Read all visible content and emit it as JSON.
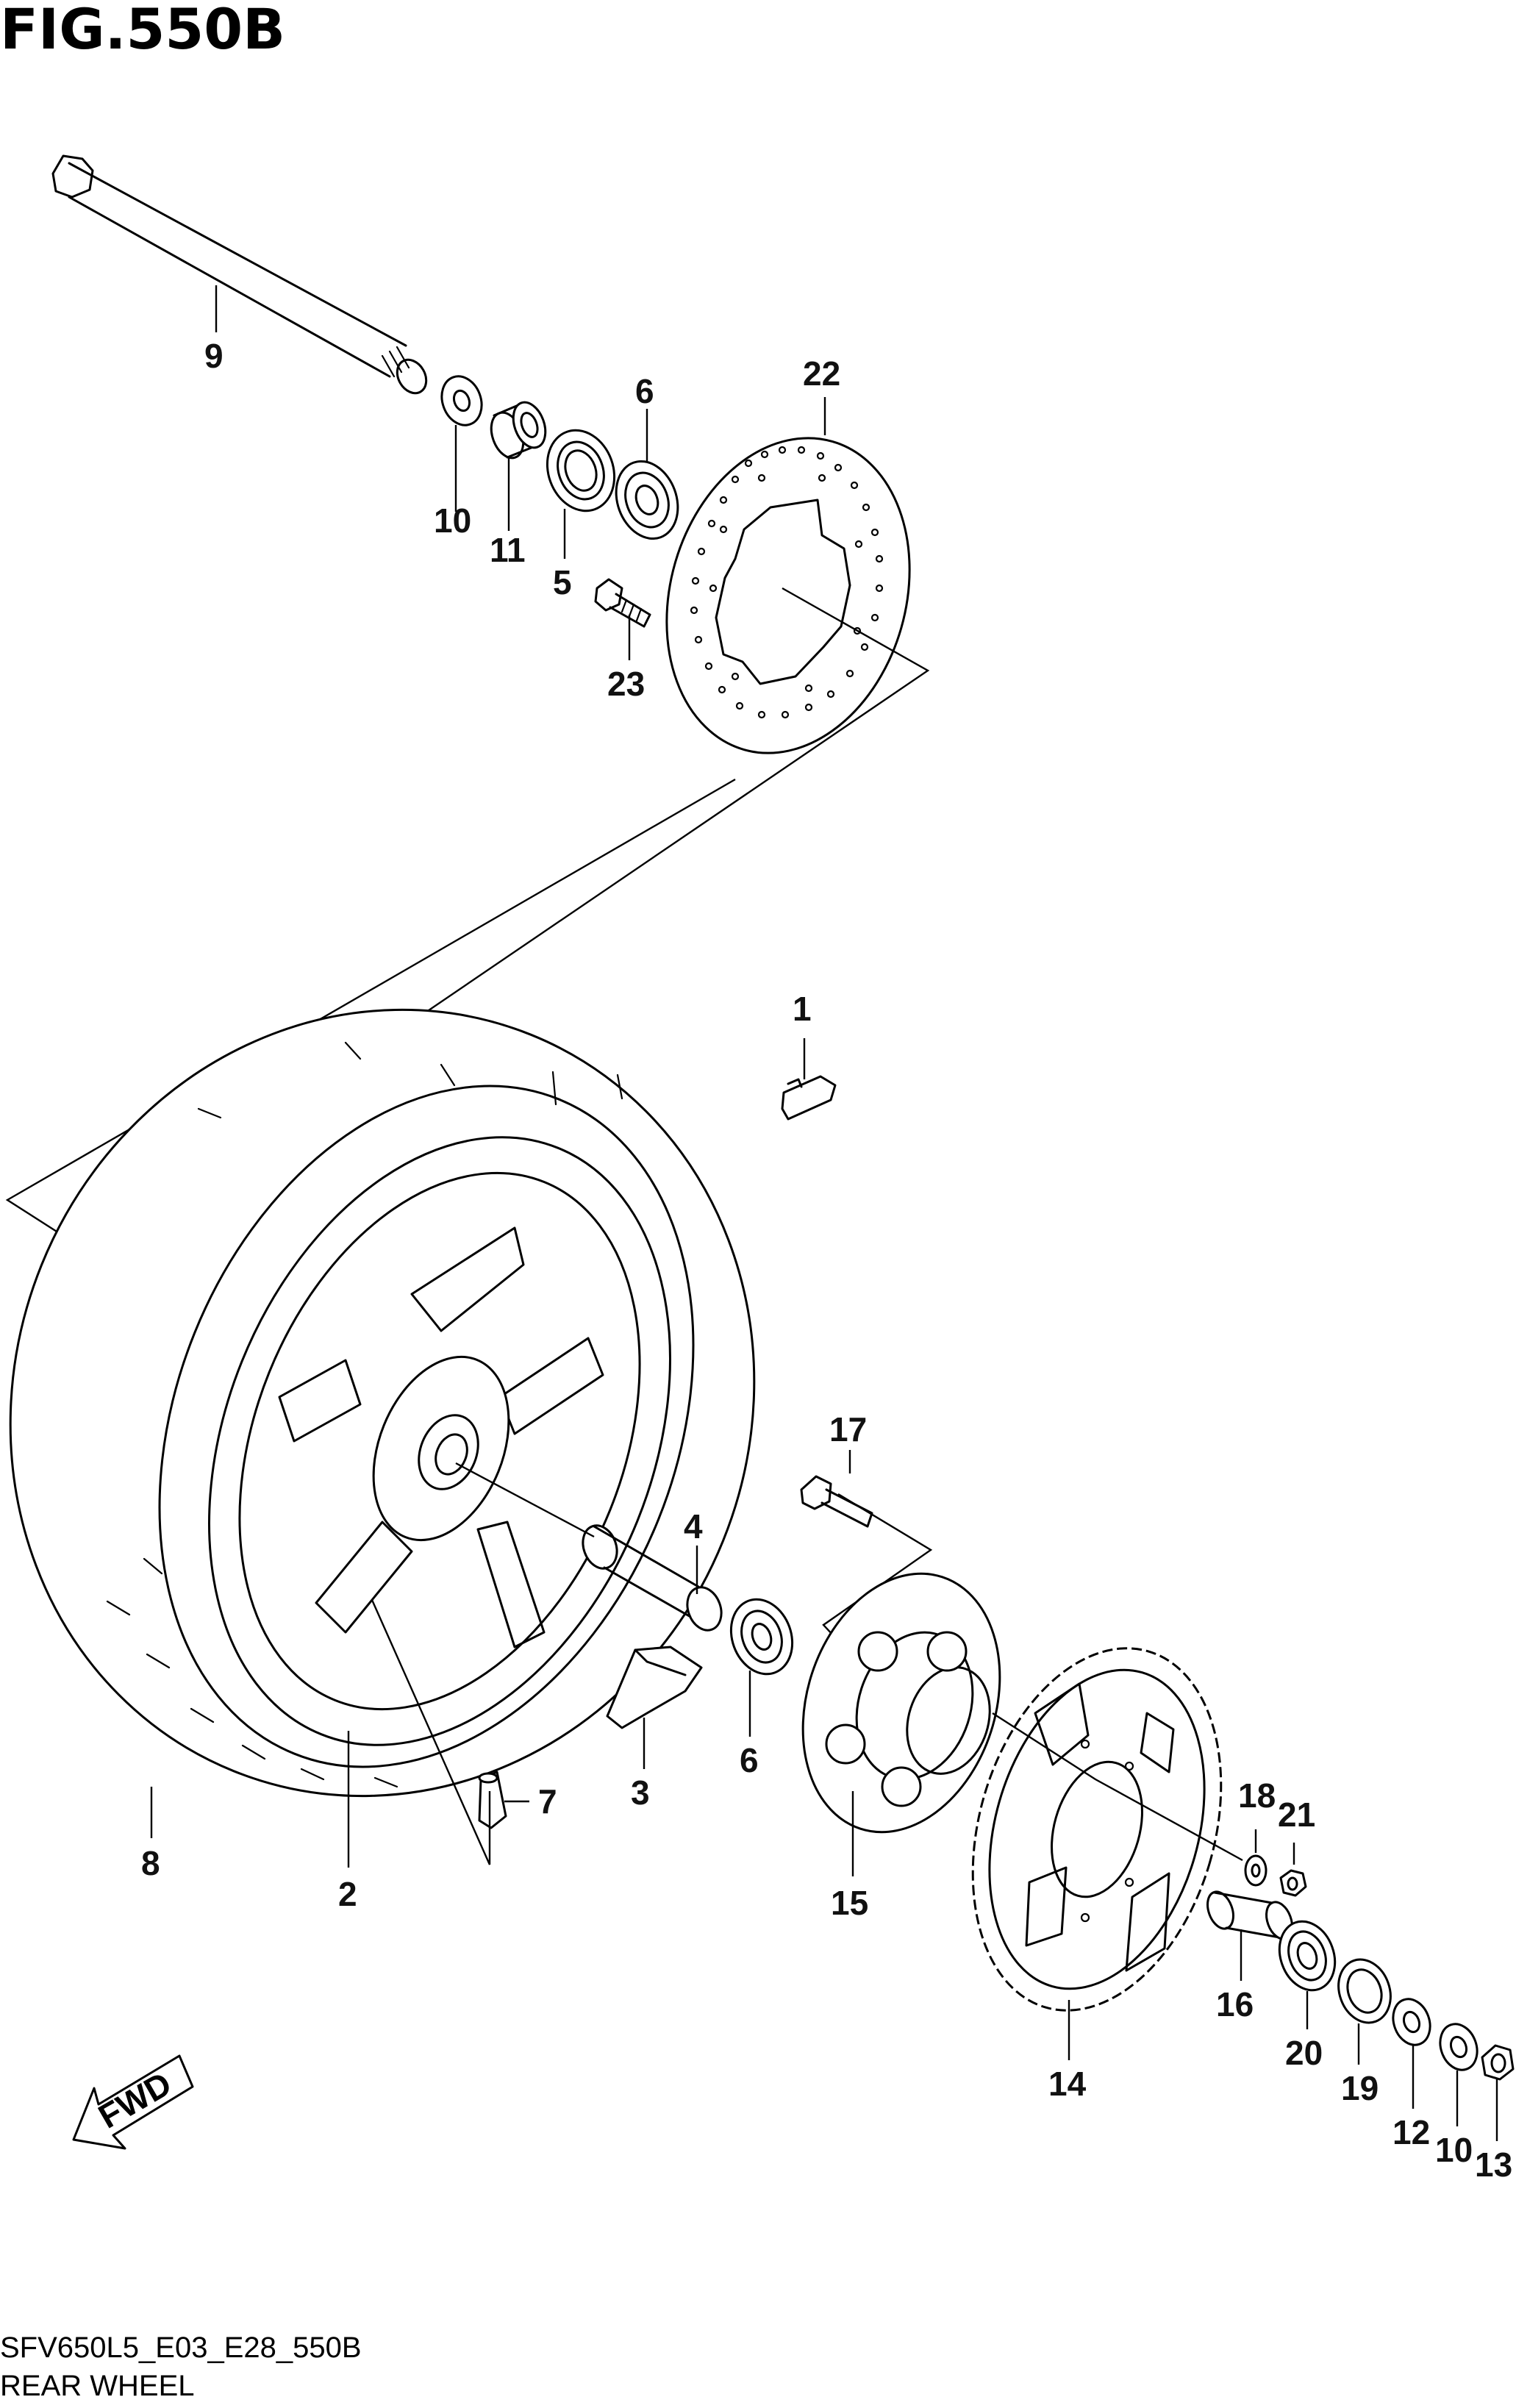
{
  "figure": {
    "title": "FIG.550B",
    "model_code": "SFV650L5_E03_E28_550B",
    "section_name": "REAR WHEEL",
    "direction_label": "FWD"
  },
  "callouts": [
    {
      "id": "9",
      "text": "9"
    },
    {
      "id": "10a",
      "text": "10"
    },
    {
      "id": "11",
      "text": "11"
    },
    {
      "id": "5",
      "text": "5"
    },
    {
      "id": "6a",
      "text": "6"
    },
    {
      "id": "23",
      "text": "23"
    },
    {
      "id": "22",
      "text": "22"
    },
    {
      "id": "1",
      "text": "1"
    },
    {
      "id": "17",
      "text": "17"
    },
    {
      "id": "4",
      "text": "4"
    },
    {
      "id": "6b",
      "text": "6"
    },
    {
      "id": "3",
      "text": "3"
    },
    {
      "id": "7",
      "text": "7"
    },
    {
      "id": "8",
      "text": "8"
    },
    {
      "id": "2",
      "text": "2"
    },
    {
      "id": "15",
      "text": "15"
    },
    {
      "id": "14",
      "text": "14"
    },
    {
      "id": "18",
      "text": "18"
    },
    {
      "id": "21",
      "text": "21"
    },
    {
      "id": "16",
      "text": "16"
    },
    {
      "id": "20",
      "text": "20"
    },
    {
      "id": "19",
      "text": "19"
    },
    {
      "id": "12",
      "text": "12"
    },
    {
      "id": "10b",
      "text": "10"
    },
    {
      "id": "13",
      "text": "13"
    }
  ]
}
